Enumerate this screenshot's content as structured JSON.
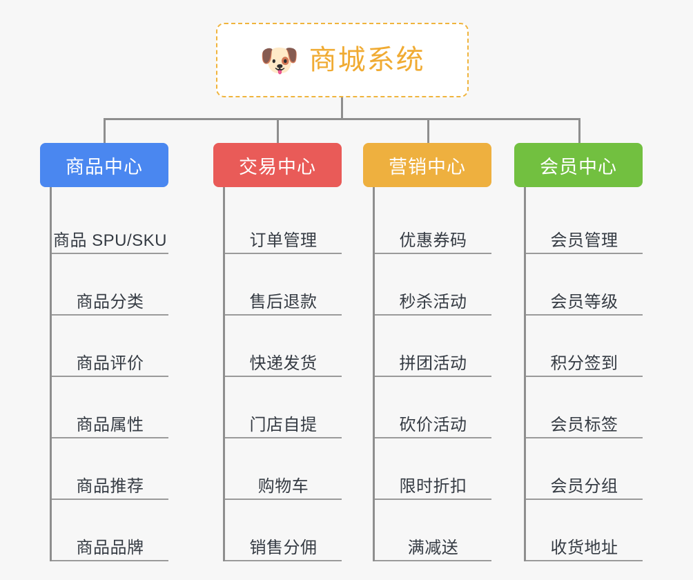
{
  "page": {
    "background_color": "#f7f7f7",
    "line_color": "#8e8e8e",
    "leaf_text_color": "#353b43"
  },
  "root": {
    "icon": "shiba-dog-face-emoji",
    "icon_glyph": "🐶",
    "title": "商城系统",
    "title_color": "#f0ab33",
    "border_color": "#f0b43c",
    "border_style": "dashed",
    "background": "#ffffff"
  },
  "columns": [
    {
      "id": "product-center",
      "header": "商品中心",
      "color": "#4a87f0",
      "items": [
        "商品 SPU/SKU",
        "商品分类",
        "商品评价",
        "商品属性",
        "商品推荐",
        "商品品牌"
      ]
    },
    {
      "id": "trade-center",
      "header": "交易中心",
      "color": "#e95b58",
      "items": [
        "订单管理",
        "售后退款",
        "快递发货",
        "门店自提",
        "购物车",
        "销售分佣"
      ]
    },
    {
      "id": "marketing-center",
      "header": "营销中心",
      "color": "#eeb03f",
      "items": [
        "优惠券码",
        "秒杀活动",
        "拼团活动",
        "砍价活动",
        "限时折扣",
        "满减送"
      ]
    },
    {
      "id": "member-center",
      "header": "会员中心",
      "color": "#72c040",
      "items": [
        "会员管理",
        "会员等级",
        "积分签到",
        "会员标签",
        "会员分组",
        "收货地址"
      ]
    }
  ]
}
